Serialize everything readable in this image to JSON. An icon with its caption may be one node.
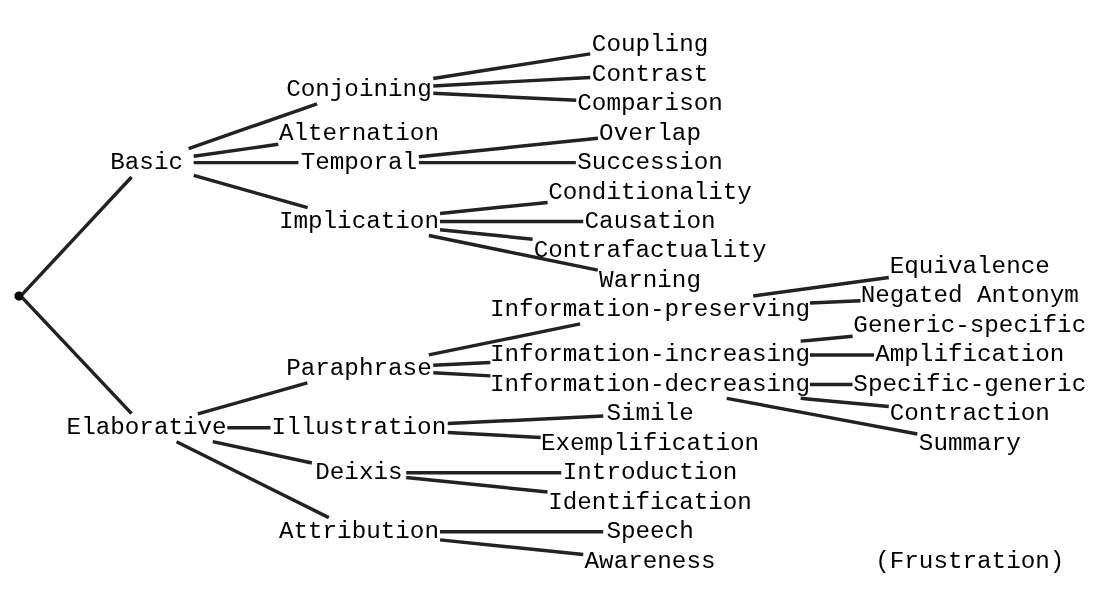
{
  "diagram": {
    "nodes": [
      {
        "text": [],
        "shape": "point"
      },
      {
        "text": [
          "Basic"
        ]
      },
      {
        "text": [
          "Conjoining"
        ]
      },
      {
        "text": [
          "Coupling"
        ]
      },
      {
        "text": [
          "Contrast"
        ]
      },
      {
        "text": [
          "Comparison"
        ]
      },
      {
        "text": [
          "Alternation"
        ]
      },
      {
        "text": [
          "Temporal"
        ]
      },
      {
        "text": [
          "Overlap"
        ]
      },
      {
        "text": [
          "Succession"
        ]
      },
      {
        "text": [
          "Implication"
        ]
      },
      {
        "text": [
          "Conditionality"
        ]
      },
      {
        "text": [
          "Causation"
        ]
      },
      {
        "text": [
          "Contrafactuality"
        ]
      },
      {
        "text": [
          "Warning"
        ]
      },
      {
        "text": [
          "Elaborative"
        ]
      },
      {
        "text": [
          "Paraphrase"
        ]
      },
      {
        "text": [
          "Information-preserving"
        ]
      },
      {
        "text": [
          "Equivalence"
        ]
      },
      {
        "text": [
          "Negated Antonym"
        ]
      },
      {
        "text": [
          "Information-increasing"
        ]
      },
      {
        "text": [
          "Generic-specific"
        ]
      },
      {
        "text": [
          "Amplification"
        ]
      },
      {
        "text": [
          "Information-decreasing"
        ]
      },
      {
        "text": [
          "Specific-generic"
        ]
      },
      {
        "text": [
          "Contraction"
        ]
      },
      {
        "text": [
          "Summary"
        ]
      },
      {
        "text": [
          "Illustration"
        ]
      },
      {
        "text": [
          "Simile"
        ]
      },
      {
        "text": [
          "Exemplification"
        ]
      },
      {
        "text": [
          "Deixis"
        ]
      },
      {
        "text": [
          "Introduction"
        ]
      },
      {
        "text": [
          "Identification"
        ]
      },
      {
        "text": [
          "Attribution"
        ]
      },
      {
        "text": [
          "Speech"
        ]
      },
      {
        "text": [
          "Awareness"
        ]
      }
    ],
    "edges": [
      {
        "from": 0,
        "to": 1,
        "arrow": "none"
      },
      {
        "from": 1,
        "to": 2,
        "arrow": "none"
      },
      {
        "from": 2,
        "to": 3,
        "arrow": "none"
      },
      {
        "from": 2,
        "to": 4,
        "arrow": "none"
      },
      {
        "from": 2,
        "to": 5,
        "arrow": "none"
      },
      {
        "from": 1,
        "to": 6,
        "arrow": "none"
      },
      {
        "from": 1,
        "to": 7,
        "arrow": "none"
      },
      {
        "from": 7,
        "to": 8,
        "arrow": "none"
      },
      {
        "from": 7,
        "to": 9,
        "arrow": "none"
      },
      {
        "from": 1,
        "to": 10,
        "arrow": "none"
      },
      {
        "from": 10,
        "to": 11,
        "arrow": "none"
      },
      {
        "from": 10,
        "to": 12,
        "arrow": "none"
      },
      {
        "from": 10,
        "to": 13,
        "arrow": "none"
      },
      {
        "from": 10,
        "to": 14,
        "arrow": "none"
      },
      {
        "from": 0,
        "to": 15,
        "arrow": "none"
      },
      {
        "from": 15,
        "to": 16,
        "arrow": "none"
      },
      {
        "from": 16,
        "to": 17,
        "arrow": "none"
      },
      {
        "from": 17,
        "to": 18,
        "arrow": "none"
      },
      {
        "from": 17,
        "to": 19,
        "arrow": "none"
      },
      {
        "from": 16,
        "to": 20,
        "arrow": "none"
      },
      {
        "from": 20,
        "to": 21,
        "arrow": "none"
      },
      {
        "from": 20,
        "to": 22,
        "arrow": "none"
      },
      {
        "from": 16,
        "to": 23,
        "arrow": "none"
      },
      {
        "from": 23,
        "to": 24,
        "arrow": "none"
      },
      {
        "from": 23,
        "to": 25,
        "arrow": "none"
      },
      {
        "from": 23,
        "to": 26,
        "arrow": "none"
      },
      {
        "from": 15,
        "to": 27,
        "arrow": "none"
      },
      {
        "from": 27,
        "to": 28,
        "arrow": "none"
      },
      {
        "from": 27,
        "to": 29,
        "arrow": "none"
      },
      {
        "from": 15,
        "to": 30,
        "arrow": "none"
      },
      {
        "from": 30,
        "to": 31,
        "arrow": "none"
      },
      {
        "from": 30,
        "to": 32,
        "arrow": "none"
      },
      {
        "from": 15,
        "to": 33,
        "arrow": "none"
      },
      {
        "from": 33,
        "to": 34,
        "arrow": "none"
      },
      {
        "from": 33,
        "to": 35,
        "arrow": "none"
      }
    ],
    "labels": [
      "(Frustration)"
    ]
  }
}
